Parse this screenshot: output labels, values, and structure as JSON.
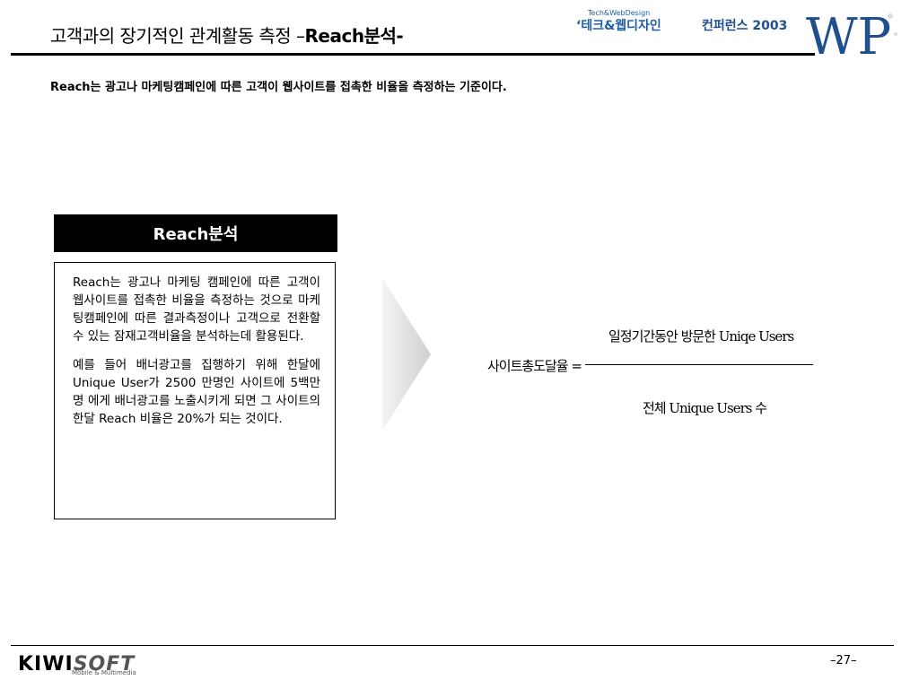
{
  "header": {
    "title_prefix": "고객과의 장기적인 관계활동 측정 –",
    "title_bold": "Reach분석-",
    "brand_small": "Tech&WebDesign",
    "brand_main": "‘테크&웹디자인",
    "brand_conf": "컨퍼런스 2003",
    "logo_text": "WP"
  },
  "subtitle": "Reach는 광고나 마케팅캠페인에 따른 고객이 웹사이트를 접촉한 비율을 측정하는 기준이다.",
  "panel": {
    "heading": "Reach분석",
    "paragraph1": "Reach는 광고나 마케팅 캠페인에 따른 고객이 웹사이트를 접촉한 비율을 측정하는 것으로 마케팅캠페인에 따른 결과측정이나 고객으로 전환할 수 있는 잠재고객비율을 분석하는데 활용된다.",
    "paragraph2": "예를 들어 배너광고를 집행하기 위해 한달에 Unique User가 2500 만명인 사이트에 5백만명 에게 배너광고를 노출시키게 되면 그 사이트의 한달 Reach 비율은 20%가 되는 것이다."
  },
  "formula": {
    "lhs": "사이트총도달율 =",
    "numerator": "일정기간동안 방문한 Uniqe Users",
    "denominator": "전체 Unique Users 수"
  },
  "footer": {
    "logo_main": "KIWI",
    "logo_soft": "SOFT",
    "logo_tag": "Mobile & Multimedia",
    "page": "–27–"
  }
}
